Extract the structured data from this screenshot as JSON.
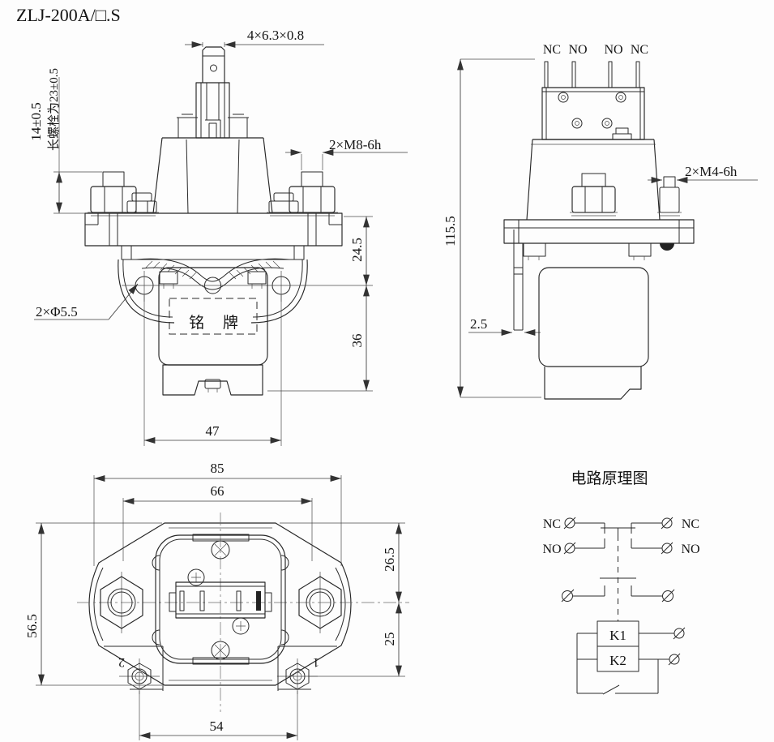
{
  "title": "ZLJ-200A/□.S",
  "front_view": {
    "nameplate_label": "铭 牌",
    "dims": {
      "tab_size": "4×6.3×0.8",
      "stud_height": "14±0.5",
      "long_bolt_note": "长螺栓为23±0.5",
      "terminal_thread": "2×M8-6h",
      "flange_to_hole": "24.5",
      "hole_to_bottom": "36",
      "mounting_holes": "2×Φ5.5",
      "hole_spacing": "47"
    }
  },
  "side_view": {
    "pin_labels": [
      "NC",
      "NO",
      "NO",
      "NC"
    ],
    "dims": {
      "overall_height": "115.5",
      "aux_thread": "2×M4-6h",
      "bracket_thickness": "2.5"
    }
  },
  "bottom_view": {
    "coil_terminal_labels": [
      "2",
      "1"
    ],
    "dims": {
      "overall_width": "85",
      "inner_width": "66",
      "overall_depth": "56.5",
      "edge_to_center": "26.5",
      "center_to_coil_terminal": "25",
      "coil_terminal_spacing": "54"
    }
  },
  "schematic": {
    "title": "电路原理图",
    "aux_left": [
      "NC",
      "NO"
    ],
    "aux_right": [
      "NC",
      "NO"
    ],
    "coils": [
      "K1",
      "K2"
    ]
  }
}
